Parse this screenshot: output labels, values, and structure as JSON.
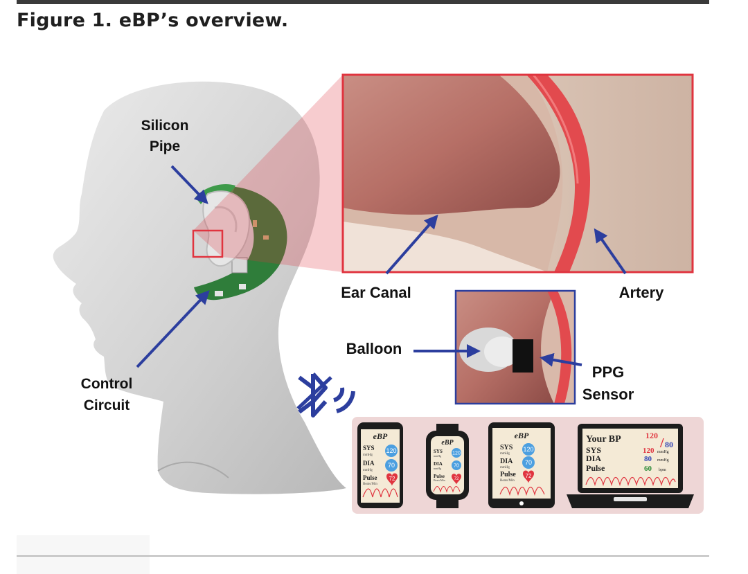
{
  "figure": {
    "title": "Figure 1. eBP’s overview."
  },
  "labels": {
    "silicon_pipe": [
      "Silicon",
      "Pipe"
    ],
    "control_circuit": [
      "Control",
      "Circuit"
    ],
    "ear_canal": "Ear Canal",
    "artery": "Artery",
    "balloon": "Balloon",
    "ppg_sensor": [
      "PPG",
      "Sensor"
    ]
  },
  "devices": {
    "phone": {
      "app": "eBP",
      "sys_label": "SYS",
      "sys_unit": "mmHg",
      "sys": "120",
      "dia_label": "DIA",
      "dia_unit": "mmHg",
      "dia": "70",
      "pulse_label": "Pulse",
      "pulse_unit": "Beats/Min",
      "pulse": "72"
    },
    "watch": {
      "app": "eBP",
      "sys_label": "SYS",
      "sys_unit": "mmHg",
      "sys": "120",
      "dia_label": "DIA",
      "dia_unit": "mmHg",
      "dia": "70",
      "pulse_label": "Pulse",
      "pulse_unit": "Beats/Min",
      "pulse": "72"
    },
    "tablet": {
      "app": "eBP",
      "sys_label": "SYS",
      "sys_unit": "mmHg",
      "sys": "120",
      "dia_label": "DIA",
      "dia_unit": "mmHg",
      "dia": "70",
      "pulse_label": "Pulse",
      "pulse_unit": "Beats/Min",
      "pulse": "72"
    },
    "laptop": {
      "heading": "Your BP",
      "bp_sys": "120",
      "bp_slash": "/",
      "bp_dia": "80",
      "sys_label": "SYS",
      "sys": "120",
      "sys_unit": "mmHg",
      "dia_label": "DIA",
      "dia": "80",
      "dia_unit": "mmHg",
      "pulse_label": "Pulse",
      "pulse": "60",
      "pulse_unit": "bpm"
    }
  },
  "colors": {
    "arrow": "#2c3e9e",
    "highlight": "#e0343f",
    "sys": "#e0343f",
    "dia": "#3446b4",
    "pulse": "#2e8b3a"
  }
}
